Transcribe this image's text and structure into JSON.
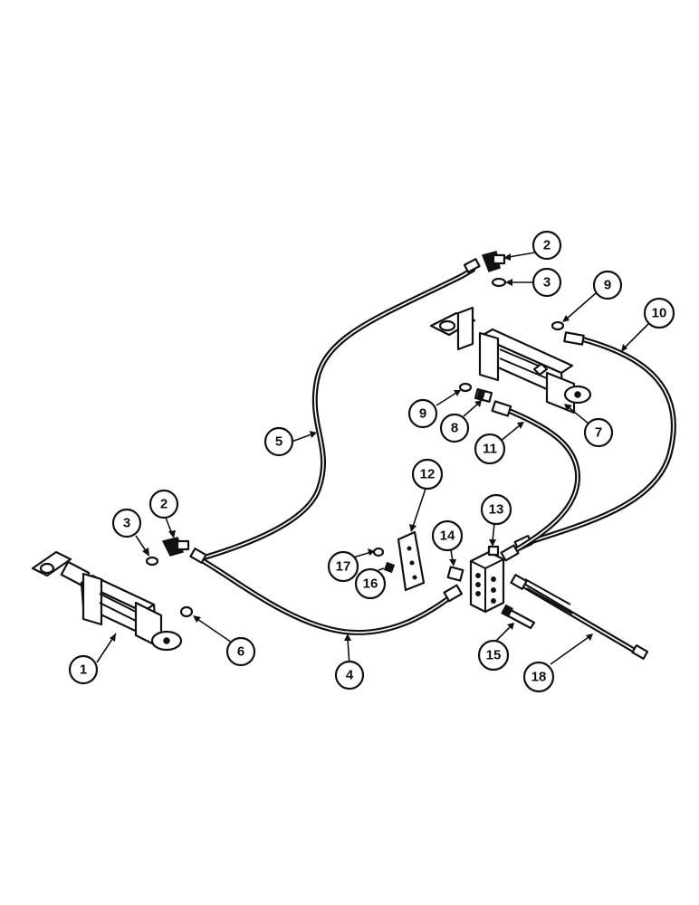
{
  "diagram": {
    "callouts": [
      {
        "id": "callout-1",
        "label": "1"
      },
      {
        "id": "callout-2-top",
        "label": "2"
      },
      {
        "id": "callout-2-left",
        "label": "2"
      },
      {
        "id": "callout-3-top",
        "label": "3"
      },
      {
        "id": "callout-3-left",
        "label": "3"
      },
      {
        "id": "callout-4",
        "label": "4"
      },
      {
        "id": "callout-5",
        "label": "5"
      },
      {
        "id": "callout-6",
        "label": "6"
      },
      {
        "id": "callout-7",
        "label": "7"
      },
      {
        "id": "callout-8",
        "label": "8"
      },
      {
        "id": "callout-9-top",
        "label": "9"
      },
      {
        "id": "callout-9-mid",
        "label": "9"
      },
      {
        "id": "callout-10",
        "label": "10"
      },
      {
        "id": "callout-11",
        "label": "11"
      },
      {
        "id": "callout-12",
        "label": "12"
      },
      {
        "id": "callout-13",
        "label": "13"
      },
      {
        "id": "callout-14",
        "label": "14"
      },
      {
        "id": "callout-15",
        "label": "15"
      },
      {
        "id": "callout-16",
        "label": "16"
      },
      {
        "id": "callout-17",
        "label": "17"
      },
      {
        "id": "callout-18",
        "label": "18"
      }
    ]
  }
}
